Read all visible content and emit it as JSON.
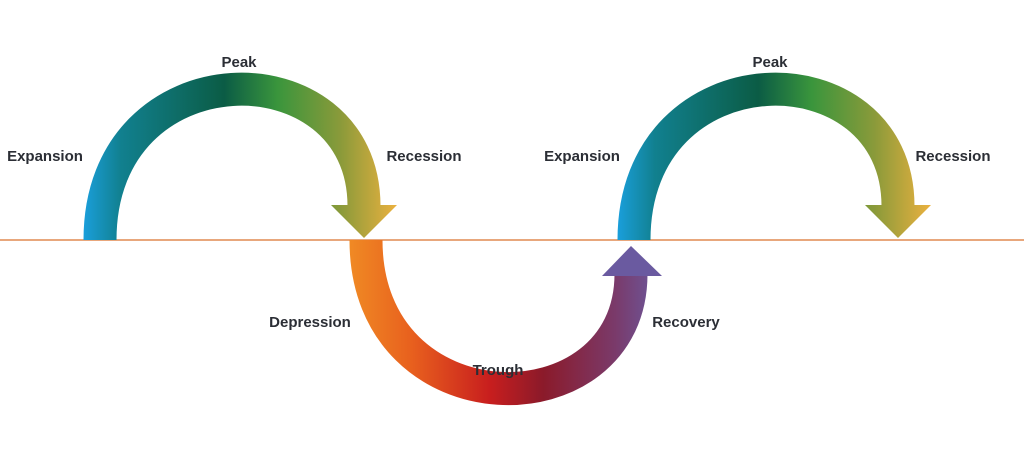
{
  "labels": {
    "peak_1": "Peak",
    "expansion_1": "Expansion",
    "recession_1": "Recession",
    "depression": "Depression",
    "trough": "Trough",
    "recovery": "Recovery",
    "expansion_2": "Expansion",
    "peak_2": "Peak",
    "recession_2": "Recession"
  },
  "colors": {
    "expansion_start": "#1a9fdc",
    "peak": "#0b5c45",
    "recession_end": "#ebb13f",
    "depression_start": "#f08a24",
    "trough": "#c81e1e",
    "recovery_end": "#6a5aa0",
    "baseline": "#e08a50"
  }
}
